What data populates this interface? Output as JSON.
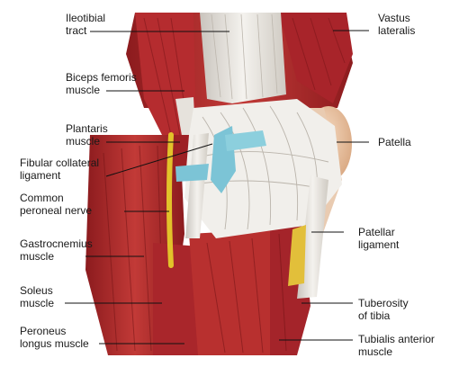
{
  "labels": {
    "iliotibial_tract": "Ileotibial\ntract",
    "biceps_femoris": "Biceps femoris\nmuscle",
    "plantaris": "Plantaris\nmuscle",
    "fibular_collateral": "Fibular collateral\nligament",
    "common_peroneal": "Common\nperoneal nerve",
    "gastrocnemius": "Gastrocnemius\nmuscle",
    "soleus": "Soleus\nmuscle",
    "peroneus_longus": "Peroneus\nlongus muscle",
    "vastus_lateralis": "Vastus\nlateralis",
    "patella": "Patella",
    "patellar_ligament": "Patellar\nligament",
    "tuberosity_tibia": "Tuberosity\nof tibia",
    "tibialis_anterior": "Tubialis anterior\nmuscle"
  },
  "colors": {
    "muscle": "#b3262b",
    "muscle_dark": "#7e1719",
    "muscle_light": "#d9564f",
    "tendon": "#ece9e4",
    "tendon_shadow": "#b9b4ad",
    "bone": "#efc9a6",
    "cartilage": "#7cc4d6",
    "nerve": "#e2c22a",
    "leader": "#111111"
  }
}
